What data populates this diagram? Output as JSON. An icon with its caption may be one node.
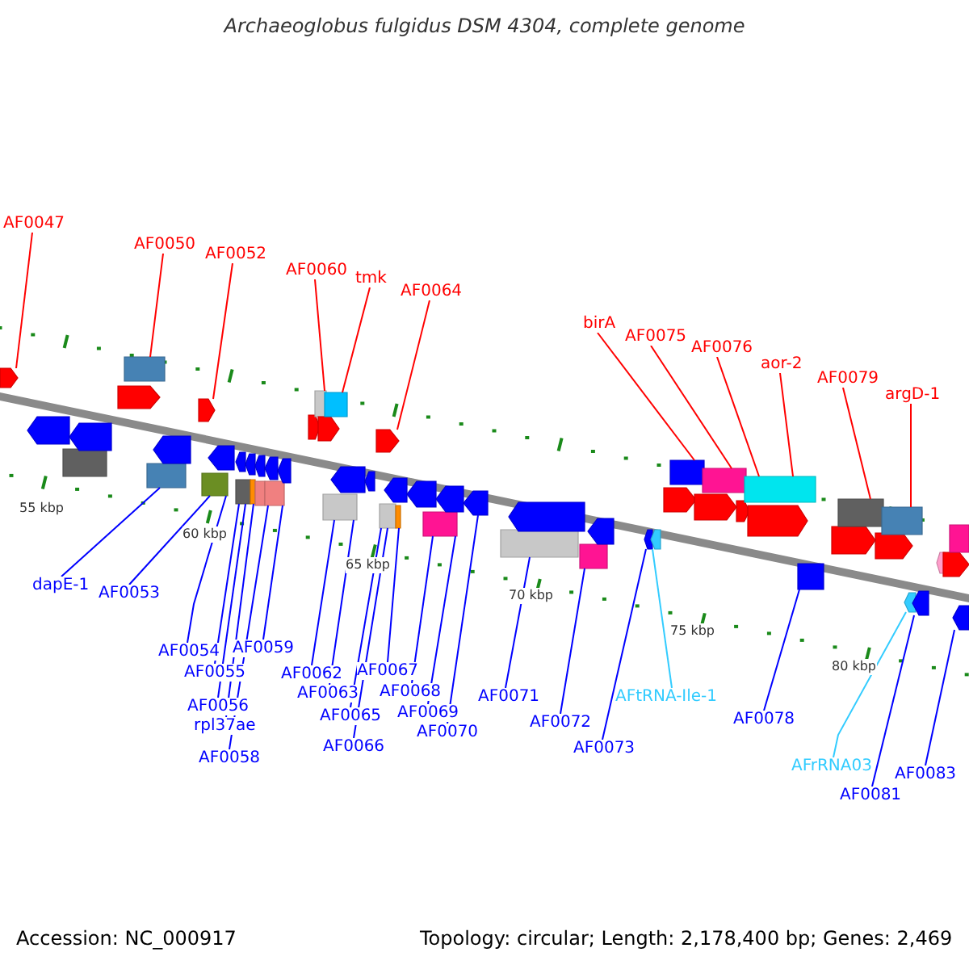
{
  "diagram": {
    "title": "Archaeoglobus fulgidus DSM 4304, complete genome",
    "nodes": [
      {
        "text": [
          "AF0047"
        ]
      },
      {
        "text": [
          "AF0050"
        ]
      },
      {
        "text": [
          "AF0052"
        ]
      },
      {
        "text": [
          "AF0060"
        ]
      },
      {
        "text": [
          "tmk"
        ]
      },
      {
        "text": [
          "AF0064"
        ]
      },
      {
        "text": [
          "birA"
        ]
      },
      {
        "text": [
          "AF0075"
        ]
      },
      {
        "text": [
          "AF0076"
        ]
      },
      {
        "text": [
          "aor-2"
        ]
      },
      {
        "text": [
          "AF0079"
        ]
      },
      {
        "text": [
          "argD-1"
        ]
      },
      {
        "text": [
          "dapE-1"
        ]
      },
      {
        "text": [
          "AF0053"
        ]
      },
      {
        "text": [
          "AF0054"
        ]
      },
      {
        "text": [
          "AF0055"
        ]
      },
      {
        "text": [
          "AF0056"
        ]
      },
      {
        "text": [
          "rpl37ae"
        ]
      },
      {
        "text": [
          "AF0058"
        ]
      },
      {
        "text": [
          "AF0059"
        ]
      },
      {
        "text": [
          "AF0062"
        ]
      },
      {
        "text": [
          "AF0063"
        ]
      },
      {
        "text": [
          "AF0065"
        ]
      },
      {
        "text": [
          "AF0066"
        ]
      },
      {
        "text": [
          "AF0067"
        ]
      },
      {
        "text": [
          "AF0068"
        ]
      },
      {
        "text": [
          "AF0069"
        ]
      },
      {
        "text": [
          "AF0070"
        ]
      },
      {
        "text": [
          "AF0071"
        ]
      },
      {
        "text": [
          "AF0072"
        ]
      },
      {
        "text": [
          "AF0073"
        ]
      },
      {
        "text": [
          "AFtRNA-Ile-1"
        ]
      },
      {
        "text": [
          "AF0078"
        ]
      },
      {
        "text": [
          "AFrRNA03"
        ]
      },
      {
        "text": [
          "AF0081"
        ]
      },
      {
        "text": [
          "AF0083"
        ]
      },
      {
        "text": [],
        "shape": "pentagon"
      },
      {
        "text": [],
        "shape": "pentagon"
      },
      {
        "text": [],
        "shape": "box"
      },
      {
        "text": [],
        "shape": "pentagon"
      },
      {
        "text": [],
        "shape": "pentagon"
      },
      {
        "text": [],
        "shape": "box"
      },
      {
        "text": [],
        "shape": "box"
      },
      {
        "text": [],
        "shape": "pentagon"
      },
      {
        "text": [],
        "shape": "pentagon"
      },
      {
        "text": [],
        "shape": "box"
      },
      {
        "text": [],
        "shape": "pentagon"
      },
      {
        "text": [],
        "shape": "pentagon"
      },
      {
        "text": [],
        "shape": "box"
      },
      {
        "text": [],
        "shape": "pentagon"
      },
      {
        "text": [],
        "shape": "box"
      },
      {
        "text": [],
        "shape": "pentagon"
      },
      {
        "text": [],
        "shape": "box"
      },
      {
        "text": [],
        "shape": "pentagon"
      },
      {
        "text": [],
        "shape": "box"
      },
      {
        "text": [],
        "shape": "pentagon"
      },
      {
        "text": [],
        "shape": "pentagon"
      },
      {
        "text": [],
        "shape": "box"
      },
      {
        "text": [],
        "shape": "pentagon"
      },
      {
        "text": [],
        "shape": "box"
      },
      {
        "text": [],
        "shape": "box"
      },
      {
        "text": [],
        "shape": "pentagon"
      },
      {
        "text": [],
        "shape": "pentagon"
      },
      {
        "text": [],
        "shape": "pentagon"
      },
      {
        "text": [],
        "shape": "box"
      },
      {
        "text": [],
        "shape": "pentagon"
      },
      {
        "text": [],
        "shape": "box"
      },
      {
        "text": [],
        "shape": "pentagon"
      },
      {
        "text": [],
        "shape": "box"
      },
      {
        "text": [],
        "shape": "pentagon"
      },
      {
        "text": [],
        "shape": "pentagon"
      },
      {
        "text": [],
        "shape": "box"
      },
      {
        "text": [],
        "shape": "pentagon"
      },
      {
        "text": [],
        "shape": "box"
      },
      {
        "text": [],
        "shape": "pentagon"
      },
      {
        "text": [],
        "shape": "pentagon"
      },
      {
        "text": [],
        "shape": "pentagon"
      },
      {
        "text": [],
        "shape": "pentagon"
      },
      {
        "text": [],
        "shape": "box"
      },
      {
        "text": [],
        "shape": "pentagon"
      },
      {
        "text": [],
        "shape": "box"
      },
      {
        "text": [],
        "shape": "pentagon"
      },
      {
        "text": [],
        "shape": "box"
      },
      {
        "text": [],
        "shape": "pentagon"
      },
      {
        "text": [],
        "shape": "box"
      },
      {
        "text": [],
        "shape": "pentagon"
      },
      {
        "text": [],
        "shape": "box"
      },
      {
        "text": [],
        "shape": "pentagon"
      },
      {
        "text": [],
        "shape": "box"
      },
      {
        "text": [],
        "shape": "pentagon"
      },
      {
        "text": [],
        "shape": "pentagon"
      },
      {
        "text": [],
        "shape": "pentagon"
      },
      {
        "text": [],
        "shape": "pentagon"
      },
      {
        "text": [],
        "shape": "box"
      },
      {
        "text": [],
        "shape": "pentagon"
      }
    ],
    "edges": [
      {
        "from": 0,
        "to": 36,
        "arrow": "none",
        "color": "#ff0000"
      },
      {
        "from": 1,
        "to": 41,
        "arrow": "none",
        "color": "#ff0000"
      },
      {
        "from": 2,
        "to": 44,
        "arrow": "none",
        "color": "#ff0000"
      },
      {
        "from": 3,
        "to": 57,
        "arrow": "none",
        "color": "#ff0000"
      },
      {
        "from": 4,
        "to": 60,
        "arrow": "none",
        "color": "#ff0000"
      },
      {
        "from": 5,
        "to": 63,
        "arrow": "none",
        "color": "#ff0000"
      },
      {
        "from": 6,
        "to": 78,
        "arrow": "none",
        "color": "#ff0000"
      },
      {
        "from": 7,
        "to": 80,
        "arrow": "none",
        "color": "#ff0000"
      },
      {
        "from": 8,
        "to": 82,
        "arrow": "none",
        "color": "#ff0000"
      },
      {
        "from": 9,
        "to": 82,
        "arrow": "none",
        "color": "#ff0000"
      },
      {
        "from": 10,
        "to": 86,
        "arrow": "none",
        "color": "#ff0000"
      },
      {
        "from": 11,
        "to": 88,
        "arrow": "none",
        "color": "#ff0000"
      },
      {
        "from": 12,
        "to": 42,
        "arrow": "none"
      },
      {
        "from": 13,
        "to": 45,
        "arrow": "none"
      },
      {
        "from": 14,
        "to": 45,
        "arrow": "none"
      },
      {
        "from": 15,
        "to": 48,
        "arrow": "none"
      },
      {
        "from": 16,
        "to": 48,
        "arrow": "none"
      },
      {
        "from": 17,
        "to": 50,
        "arrow": "none"
      },
      {
        "from": 18,
        "to": 54,
        "arrow": "none"
      },
      {
        "from": 19,
        "to": 54,
        "arrow": "none"
      },
      {
        "from": 20,
        "to": 59,
        "arrow": "none"
      },
      {
        "from": 21,
        "to": 59,
        "arrow": "none"
      },
      {
        "from": 22,
        "to": 64,
        "arrow": "none"
      },
      {
        "from": 23,
        "to": 64,
        "arrow": "none"
      },
      {
        "from": 24,
        "to": 66,
        "arrow": "none"
      },
      {
        "from": 25,
        "to": 68,
        "arrow": "none"
      },
      {
        "from": 26,
        "to": 68,
        "arrow": "none"
      },
      {
        "from": 27,
        "to": 70,
        "arrow": "none"
      },
      {
        "from": 28,
        "to": 71,
        "arrow": "none"
      },
      {
        "from": 29,
        "to": 73,
        "arrow": "none"
      },
      {
        "from": 30,
        "to": 75,
        "arrow": "none"
      },
      {
        "from": 31,
        "to": 76,
        "arrow": "none",
        "color": "#33ccff"
      },
      {
        "from": 32,
        "to": 84,
        "arrow": "none"
      },
      {
        "from": 33,
        "to": 89,
        "arrow": "none",
        "color": "#33ccff"
      },
      {
        "from": 34,
        "to": 90,
        "arrow": "none"
      },
      {
        "from": 35,
        "to": 94,
        "arrow": "none"
      }
    ],
    "labels": [
      "55 kbp",
      "60 kbp",
      "65 kbp",
      "70 kbp",
      "75 kbp",
      "80 kbp",
      "Accession: NC_000917",
      "Topology: circular; Length: 2,178,400 bp; Genes: 2,469"
    ]
  }
}
